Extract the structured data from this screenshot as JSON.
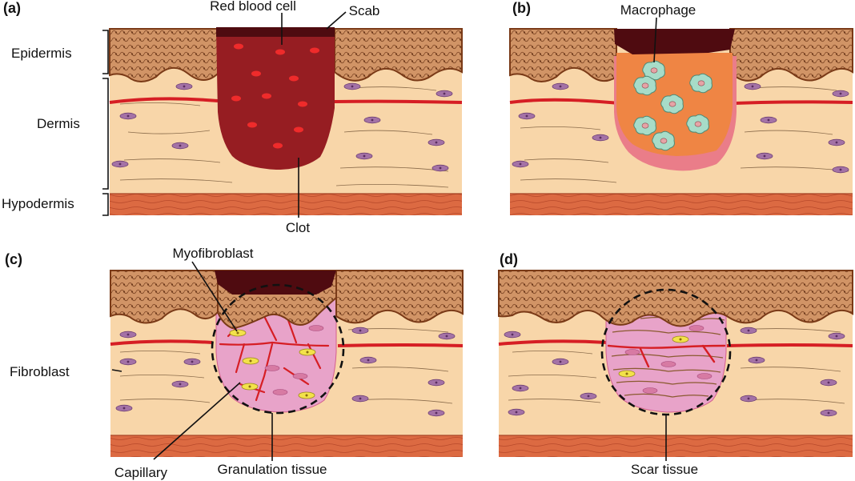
{
  "panels": {
    "a": {
      "letter": "(a)",
      "labels": {
        "red_blood_cell": "Red blood cell",
        "scab": "Scab",
        "epidermis": "Epidermis",
        "dermis": "Dermis",
        "hypodermis": "Hypodermis",
        "clot": "Clot"
      }
    },
    "b": {
      "letter": "(b)",
      "labels": {
        "macrophage": "Macrophage"
      }
    },
    "c": {
      "letter": "(c)",
      "labels": {
        "myofibroblast": "Myofibroblast",
        "fibroblast": "Fibroblast",
        "capillary": "Capillary",
        "granulation_tissue": "Granulation tissue"
      }
    },
    "d": {
      "letter": "(d)",
      "labels": {
        "scar_tissue": "Scar tissue"
      }
    }
  },
  "colors": {
    "dermis": "#f8d6a9",
    "hypodermis": "#dc6a42",
    "epidermis": "#c98457",
    "clot": "#961d22",
    "scab": "#4f0b10",
    "inflamed": "#ef8544",
    "pink_rim": "#ea7d89",
    "granulation": "#e8a3c9",
    "vessel": "#d61e24",
    "cell": "#a472a6",
    "macrophage": "#a7dcc8"
  }
}
